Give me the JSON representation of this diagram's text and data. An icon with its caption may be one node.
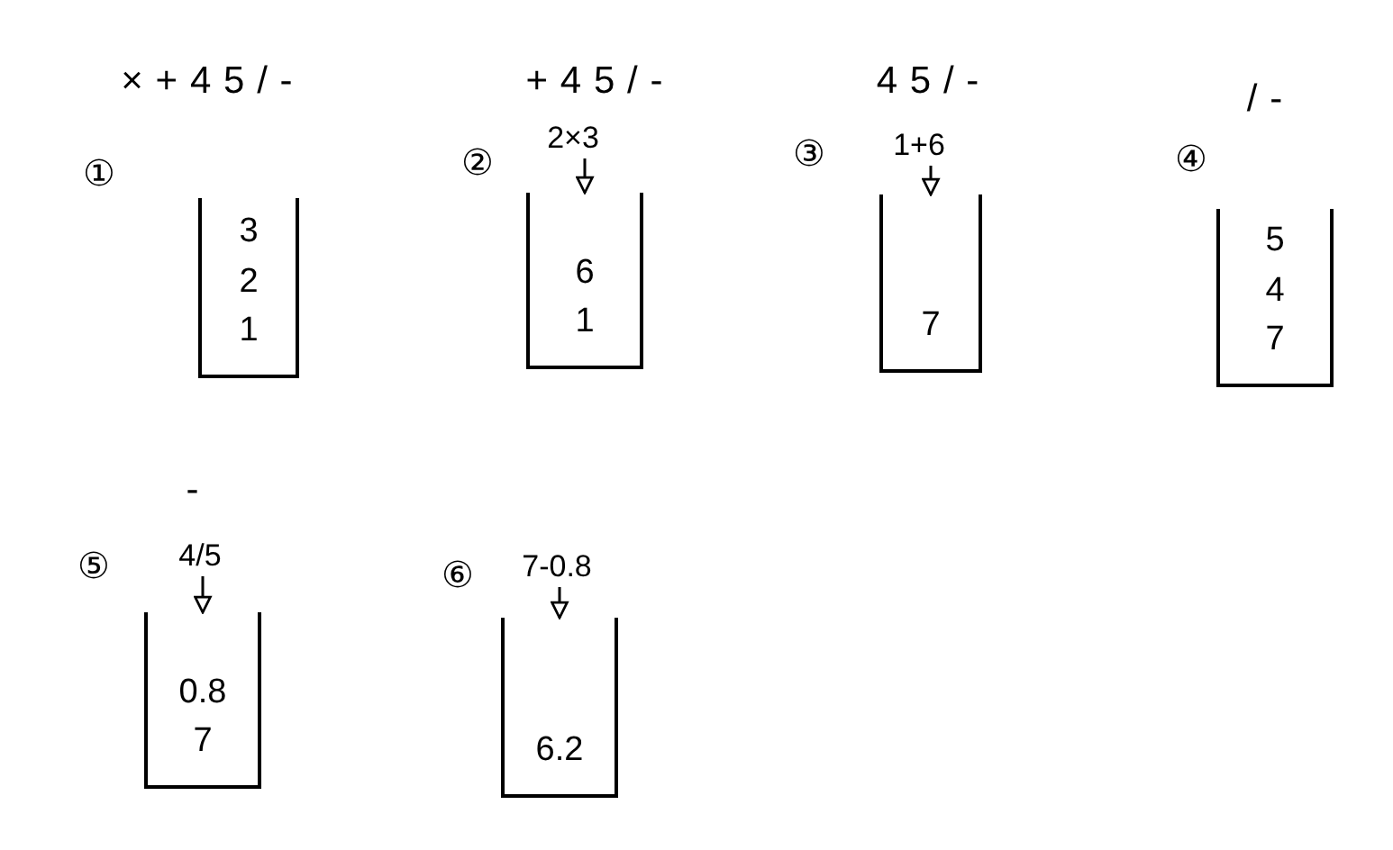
{
  "diagram": {
    "nodes": [
      {
        "text": [
          "3",
          "2",
          "1"
        ]
      },
      {
        "text": [
          "2×3"
        ]
      },
      {
        "text": [
          "6",
          "1"
        ]
      },
      {
        "text": [
          "1+6"
        ]
      },
      {
        "text": [
          "7"
        ]
      },
      {
        "text": [
          "5",
          "4",
          "7"
        ]
      },
      {
        "text": [
          "4/5"
        ]
      },
      {
        "text": [
          "0.8",
          "7"
        ]
      },
      {
        "text": [
          "7-0.8"
        ]
      },
      {
        "text": [
          "6.2"
        ]
      }
    ],
    "edges": [
      {
        "from": 1,
        "to": 2,
        "arrow": "to"
      },
      {
        "from": 3,
        "to": 4,
        "arrow": "to"
      },
      {
        "from": 6,
        "to": 7,
        "arrow": "to"
      },
      {
        "from": 8,
        "to": 9,
        "arrow": "to"
      }
    ],
    "labels": [
      "× + 4 5 / -",
      "+ 4 5 / -",
      "4 5 / -",
      "/ -",
      "①",
      "②",
      "③",
      "④",
      "-",
      "⑤",
      "⑥"
    ]
  }
}
